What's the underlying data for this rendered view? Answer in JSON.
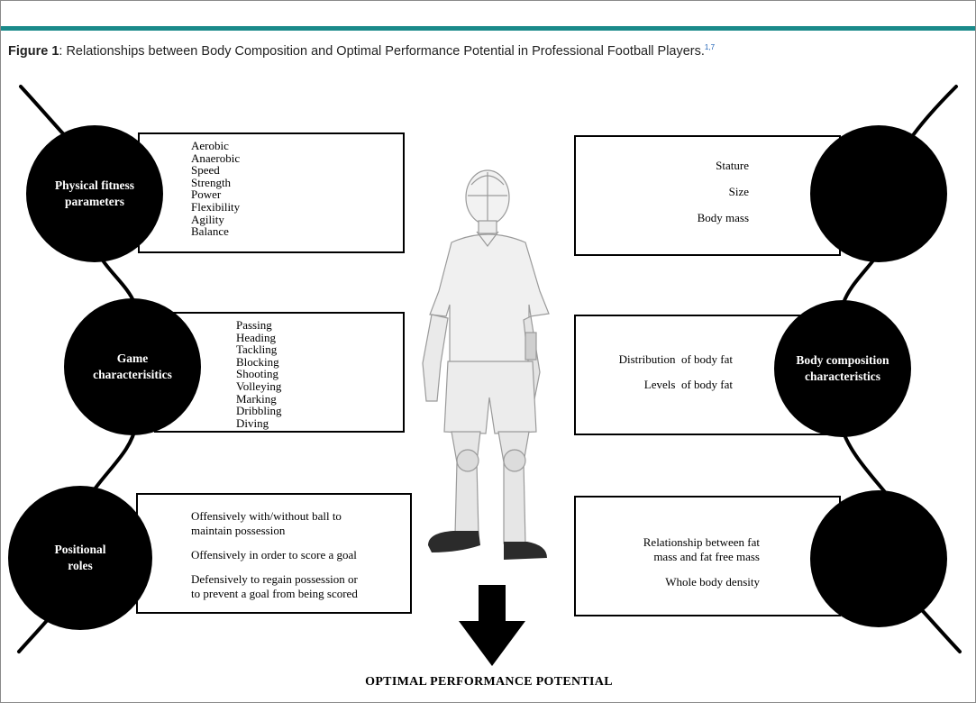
{
  "caption": {
    "label": "Figure 1",
    "text": ": Relationships between Body Composition and Optimal Performance Potential in Professional Football Players.",
    "refs": "1,7"
  },
  "colors": {
    "accent_bar": "#1a8a8a",
    "circle": "#000000",
    "ref_link": "#1a5fb4"
  },
  "left": {
    "physical": {
      "title": "Physical fitness\nparameters",
      "items": [
        "Aerobic",
        "Anaerobic",
        "Speed",
        "Strength",
        "Power",
        "Flexibility",
        "Agility",
        "Balance"
      ]
    },
    "game": {
      "title": "Game\ncharacterisitics",
      "items": [
        "Passing",
        "Heading",
        "Tackling",
        "Blocking",
        "Shooting",
        "Volleying",
        "Marking",
        "Dribbling",
        "Diving"
      ]
    },
    "positional": {
      "title": "Positional\nroles",
      "lines": [
        "Offensively with/without ball to\nmaintain possession",
        "Offensively in order to score a goal",
        "Defensively to regain possession or\nto prevent a goal from being scored"
      ]
    }
  },
  "right": {
    "top": {
      "lines": [
        "Stature",
        "Size",
        "Body mass"
      ]
    },
    "middle": {
      "title": "Body composition\ncharacteristics",
      "lines": [
        "Distribution  of body fat",
        "Levels  of body fat"
      ]
    },
    "bottom": {
      "lines": [
        "Relationship  between fat\nmass and fat free mass",
        "Whole body density"
      ]
    }
  },
  "outcome": "OPTIMAL PERFORMANCE POTENTIAL",
  "icons": {
    "player": "football-player-illustration",
    "arrow": "down-arrow-icon"
  }
}
